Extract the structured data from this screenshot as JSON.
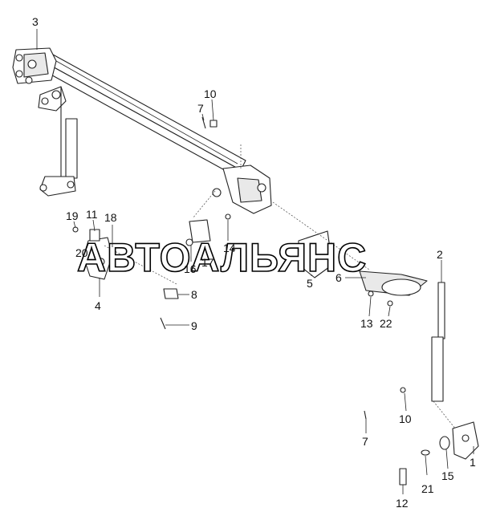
{
  "callouts": [
    {
      "id": "c3",
      "text": "3"
    },
    {
      "id": "c10a",
      "text": "10"
    },
    {
      "id": "c7a",
      "text": "7"
    },
    {
      "id": "c19",
      "text": "19"
    },
    {
      "id": "c11",
      "text": "11"
    },
    {
      "id": "c18",
      "text": "18"
    },
    {
      "id": "c20",
      "text": "20"
    },
    {
      "id": "c4",
      "text": "4"
    },
    {
      "id": "c14",
      "text": "14"
    },
    {
      "id": "c16",
      "text": "16"
    },
    {
      "id": "c17",
      "text": "17"
    },
    {
      "id": "c8",
      "text": "8"
    },
    {
      "id": "c9",
      "text": "9"
    },
    {
      "id": "c5",
      "text": "5"
    },
    {
      "id": "c6",
      "text": "6"
    },
    {
      "id": "c2",
      "text": "2"
    },
    {
      "id": "c13",
      "text": "13"
    },
    {
      "id": "c22",
      "text": "22"
    },
    {
      "id": "c10b",
      "text": "10"
    },
    {
      "id": "c7b",
      "text": "7"
    },
    {
      "id": "c1",
      "text": "1"
    },
    {
      "id": "c15",
      "text": "15"
    },
    {
      "id": "c21",
      "text": "21"
    },
    {
      "id": "c12",
      "text": "12"
    }
  ],
  "watermark": "АВТОАЛЬЯНС"
}
